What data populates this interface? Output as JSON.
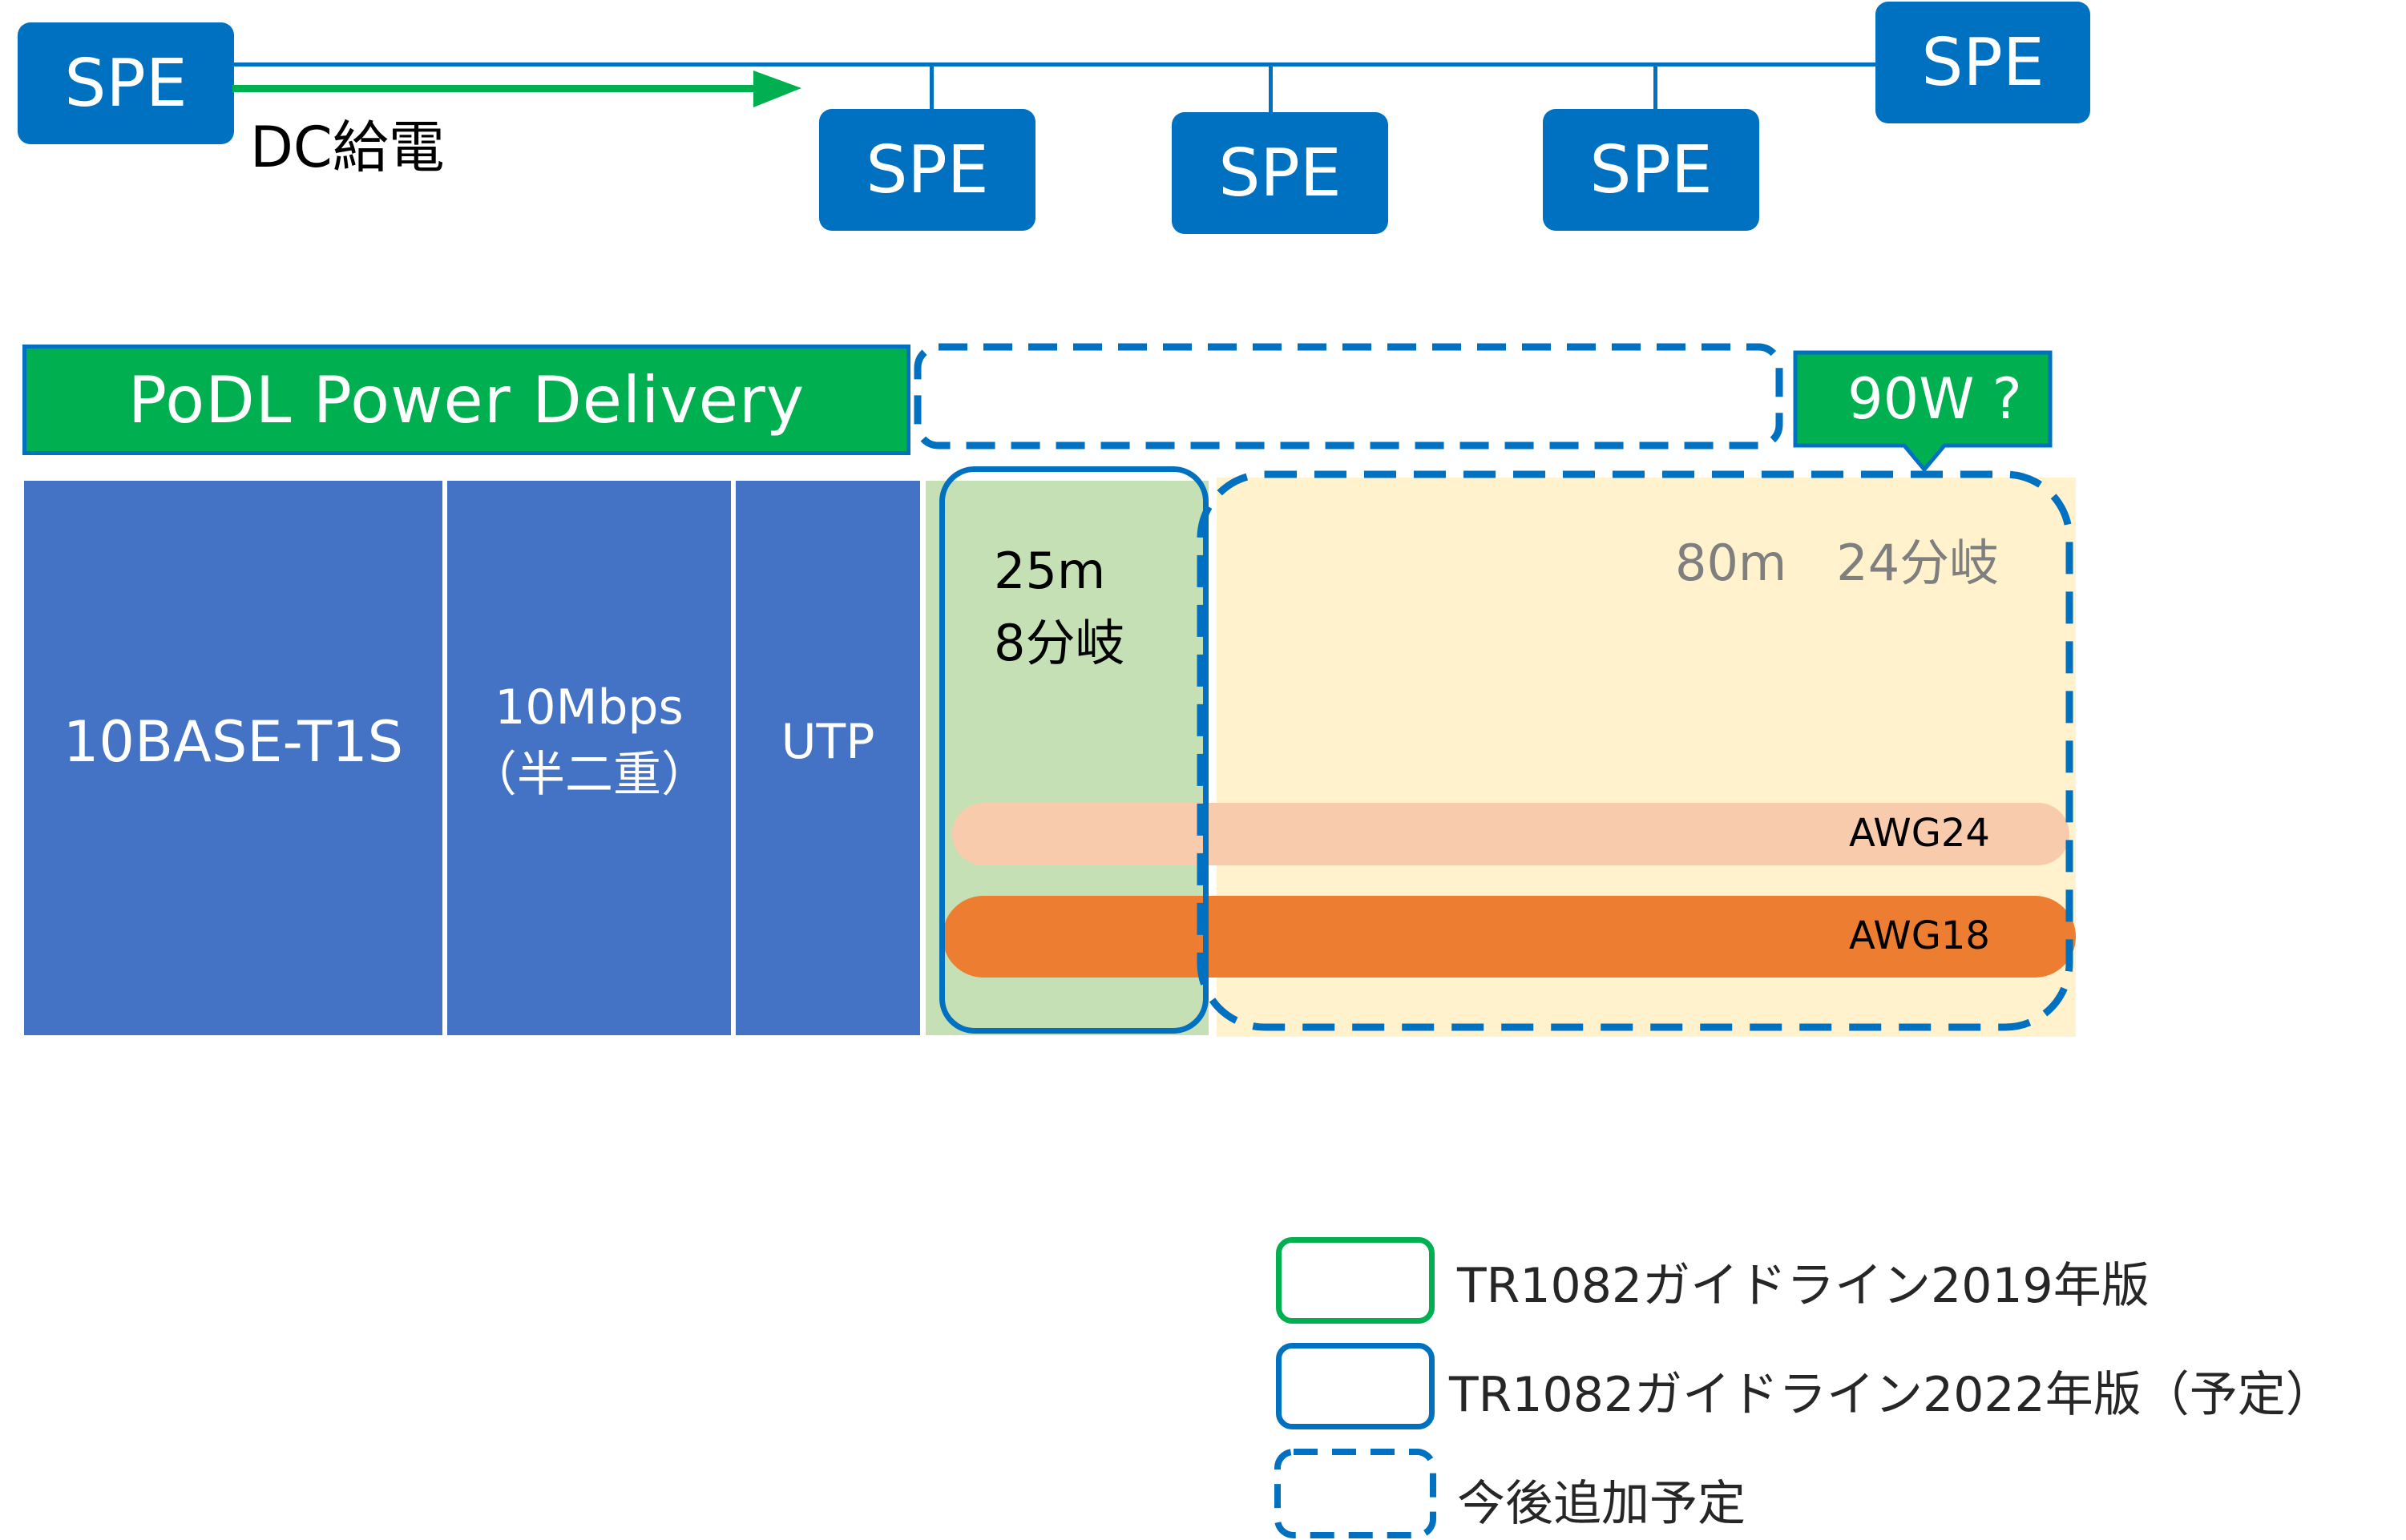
{
  "top": {
    "spe_nodes": [
      "SPE",
      "SPE",
      "SPE",
      "SPE",
      "SPE"
    ],
    "dc_label": "DC給電"
  },
  "podl": {
    "title": "PoDL Power Delivery",
    "future_label": "90W ?"
  },
  "table": {
    "cell_standard": "10BASE-T1S",
    "cell_speed_line1": "10Mbps",
    "cell_speed_line2": "（半二重）",
    "cell_cable": "UTP",
    "range_2022_line1": "25m",
    "range_2022_line2": "8分岐",
    "range_future": "80m　24分岐",
    "awg24": "AWG24",
    "awg18": "AWG18"
  },
  "legend": [
    {
      "label": "TR1082ガイドライン2019年版",
      "style": "green-solid"
    },
    {
      "label": "TR1082ガイドライン2022年版（予定）",
      "style": "blue-solid"
    },
    {
      "label": "今後追加予定",
      "style": "blue-dashed"
    }
  ],
  "colors": {
    "spe_blue": "#0070c0",
    "podl_green": "#00b050",
    "cell_blue": "#4472c4",
    "light_green": "#c5e0b4",
    "light_yellow": "#fff2cc",
    "awg24_peach": "#f8cbad",
    "awg18_orange": "#ed7d31"
  }
}
